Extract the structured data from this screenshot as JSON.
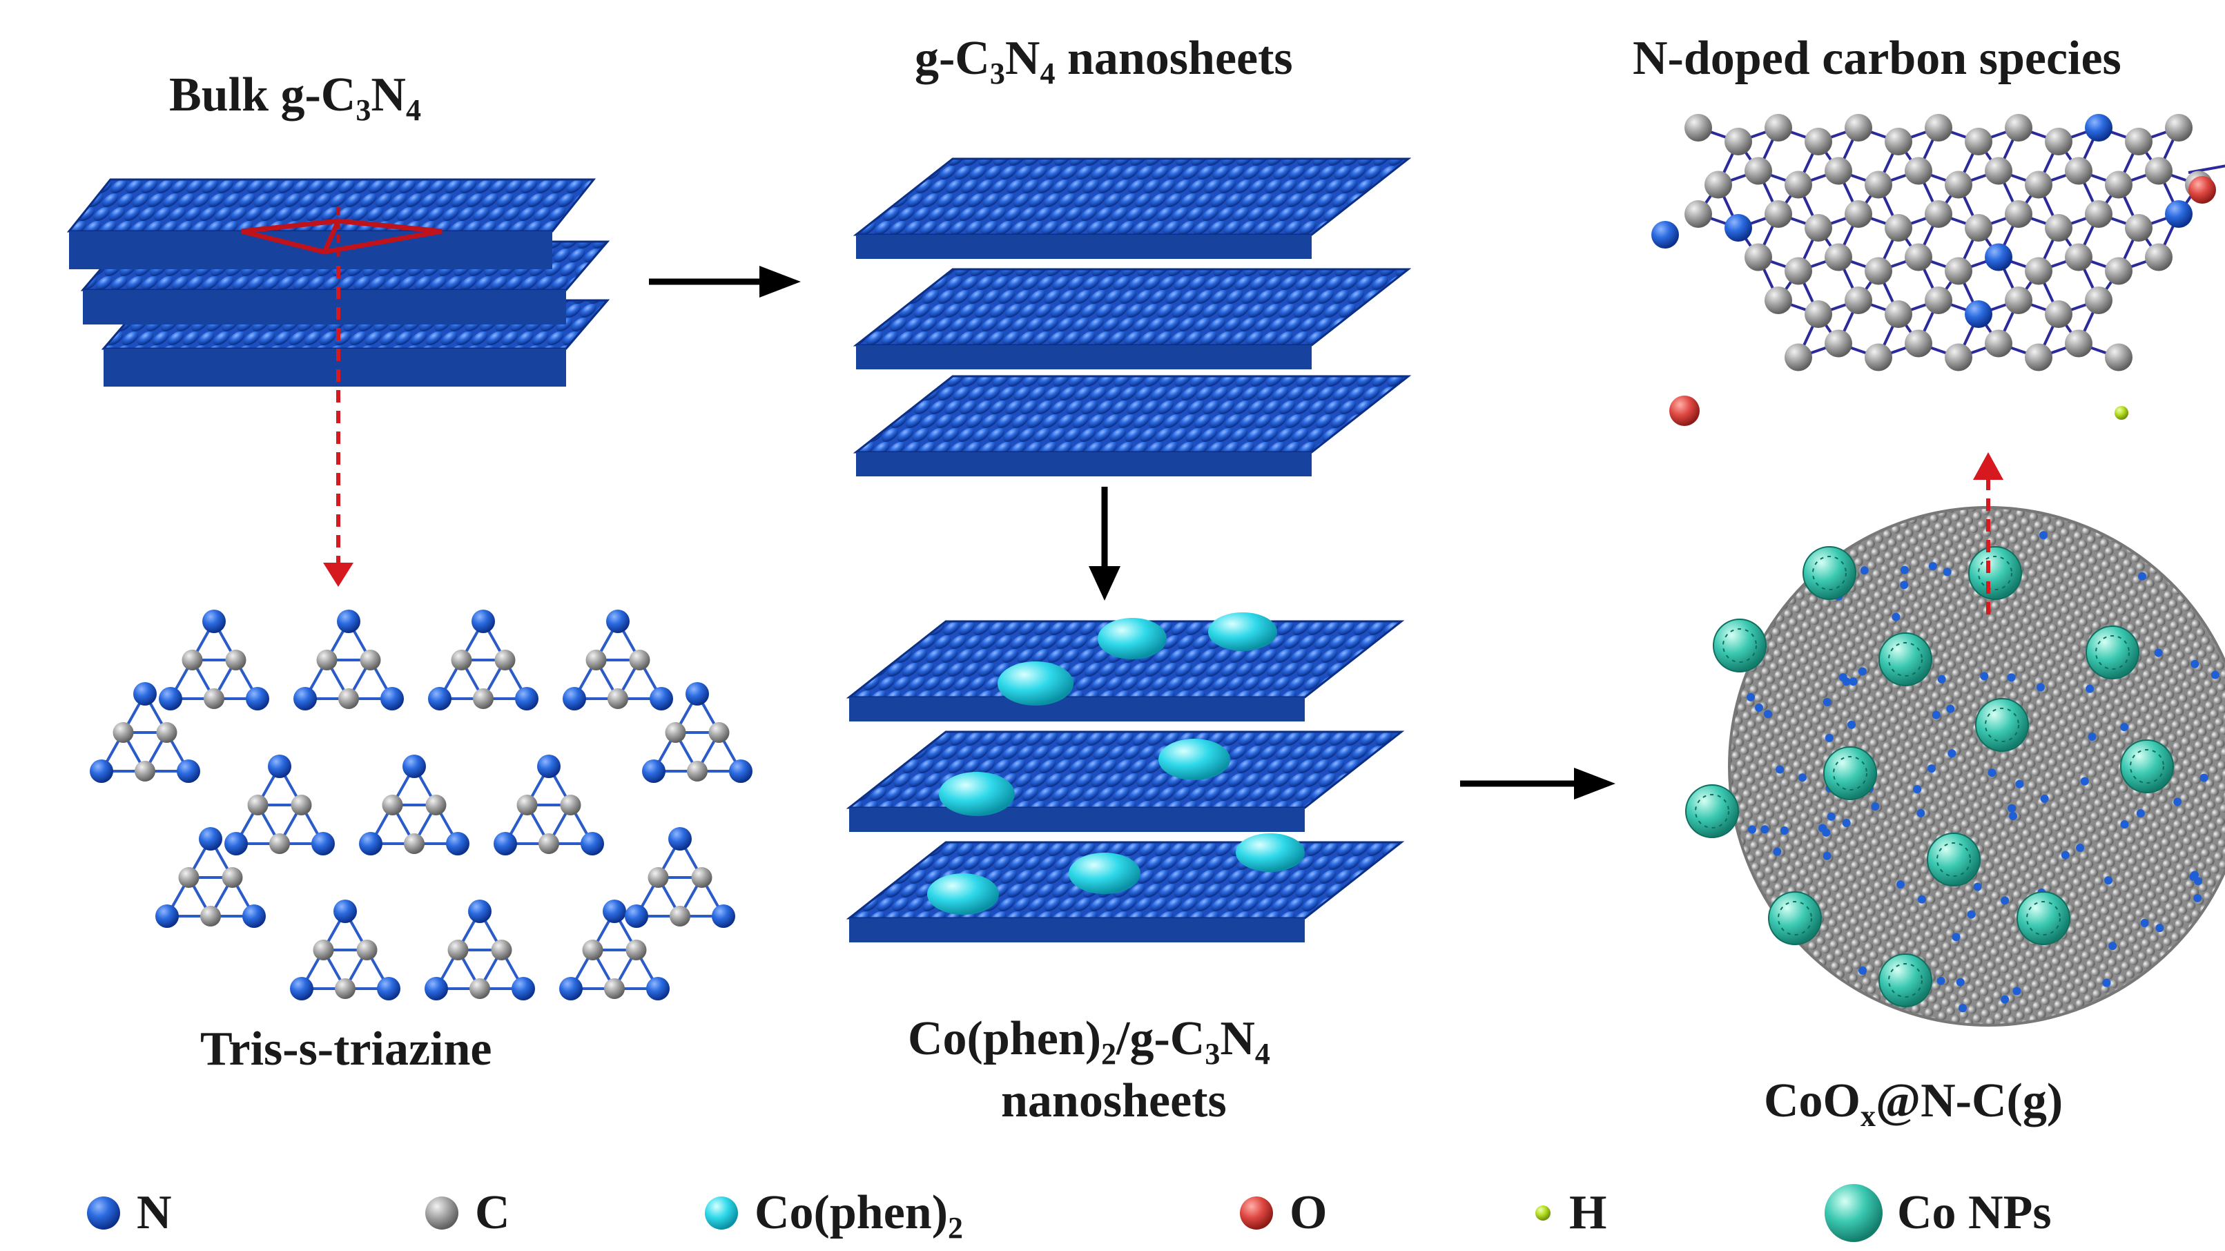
{
  "labels": {
    "bulk": {
      "pre": "Bulk g-C",
      "s1": "3",
      "mid": "N",
      "s2": "4"
    },
    "nanosheets": {
      "pre": "g-C",
      "s1": "3",
      "mid": "N",
      "s2": "4",
      "post": " nanosheets"
    },
    "ndoped": "N-doped carbon species",
    "tristriazine": "Tris-s-triazine",
    "cophen": {
      "pre": "Co(phen)",
      "s0": "2",
      "mid1": "/g-C",
      "s1": "3",
      "mid2": "N",
      "s2": "4"
    },
    "cophen_line2": "nanosheets",
    "coox": {
      "pre": "CoO",
      "s1": "x",
      "post": "@N-C(g)"
    }
  },
  "legend": [
    {
      "name": "legend-n",
      "label": "N",
      "color": "#1f5fd6"
    },
    {
      "name": "legend-c",
      "label": "C",
      "color": "#9a9a9a"
    },
    {
      "name": "legend-cophen",
      "label": "Co(phen)",
      "sub": "2",
      "color": "#22d8e8"
    },
    {
      "name": "legend-o",
      "label": "O",
      "color": "#d9413f"
    },
    {
      "name": "legend-h",
      "label": "H",
      "color": "#a9d81e"
    },
    {
      "name": "legend-conps",
      "label": "Co NPs",
      "color": "#38c6b0"
    }
  ],
  "colors": {
    "nitrogen": "#1f5fd6",
    "carbon": "#9a9a9a",
    "oxygen": "#d9413f",
    "hydrogen": "#a9d81e",
    "cophen": "#22d8e8",
    "conp": "#38c6b0",
    "unit_cell": "#c0121a",
    "arrow": "#000000",
    "dashed_arrow": "#d6191f"
  }
}
